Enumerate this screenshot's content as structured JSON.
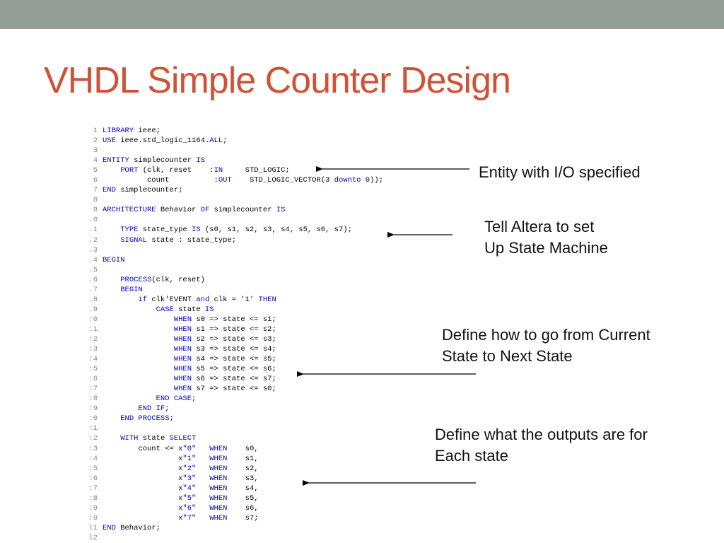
{
  "slide": {
    "title": "VHDL Simple Counter Design"
  },
  "code": {
    "lines": [
      {
        "n": "1",
        "seg": [
          {
            "k": 1,
            "t": "LIBRARY"
          },
          {
            "k": 0,
            "t": " ieee;"
          }
        ]
      },
      {
        "n": "2",
        "seg": [
          {
            "k": 1,
            "t": "USE"
          },
          {
            "k": 0,
            "t": " ieee.std_logic_1164."
          },
          {
            "k": 1,
            "t": "ALL"
          },
          {
            "k": 0,
            "t": ";"
          }
        ]
      },
      {
        "n": "3",
        "seg": []
      },
      {
        "n": "4",
        "seg": [
          {
            "k": 1,
            "t": "ENTITY"
          },
          {
            "k": 0,
            "t": " simplecounter "
          },
          {
            "k": 1,
            "t": "IS"
          }
        ]
      },
      {
        "n": "5",
        "seg": [
          {
            "k": 0,
            "t": "    "
          },
          {
            "k": 1,
            "t": "PORT"
          },
          {
            "k": 0,
            "t": " (clk, reset    :"
          },
          {
            "k": 1,
            "t": "IN"
          },
          {
            "k": 0,
            "t": "     STD_LOGIC;"
          }
        ]
      },
      {
        "n": "6",
        "seg": [
          {
            "k": 0,
            "t": "          count          :"
          },
          {
            "k": 1,
            "t": "OUT"
          },
          {
            "k": 0,
            "t": "    STD_LOGIC_VECTOR(3 "
          },
          {
            "k": 1,
            "t": "downto"
          },
          {
            "k": 0,
            "t": " 0));"
          }
        ]
      },
      {
        "n": "7",
        "seg": [
          {
            "k": 1,
            "t": "END"
          },
          {
            "k": 0,
            "t": " simplecounter;"
          }
        ]
      },
      {
        "n": "8",
        "seg": []
      },
      {
        "n": "9",
        "seg": [
          {
            "k": 1,
            "t": "ARCHITECTURE"
          },
          {
            "k": 0,
            "t": " Behavior "
          },
          {
            "k": 1,
            "t": "OF"
          },
          {
            "k": 0,
            "t": " simplecounter "
          },
          {
            "k": 1,
            "t": "IS"
          }
        ]
      },
      {
        "n": ".0",
        "seg": []
      },
      {
        "n": ".1",
        "seg": [
          {
            "k": 0,
            "t": "    "
          },
          {
            "k": 1,
            "t": "TYPE"
          },
          {
            "k": 0,
            "t": " state_type "
          },
          {
            "k": 1,
            "t": "IS"
          },
          {
            "k": 0,
            "t": " (s0, s1, s2, s3, s4, s5, s6, s7);"
          }
        ]
      },
      {
        "n": ".2",
        "seg": [
          {
            "k": 0,
            "t": "    "
          },
          {
            "k": 1,
            "t": "SIGNAL"
          },
          {
            "k": 0,
            "t": " state : state_type;"
          }
        ]
      },
      {
        "n": ".3",
        "seg": []
      },
      {
        "n": ".4",
        "seg": [
          {
            "k": 1,
            "t": "BEGIN"
          }
        ]
      },
      {
        "n": ".5",
        "seg": []
      },
      {
        "n": ".6",
        "seg": [
          {
            "k": 0,
            "t": "    "
          },
          {
            "k": 1,
            "t": "PROCESS"
          },
          {
            "k": 0,
            "t": "(clk, reset)"
          }
        ]
      },
      {
        "n": ".7",
        "seg": [
          {
            "k": 0,
            "t": "    "
          },
          {
            "k": 1,
            "t": "BEGIN"
          }
        ]
      },
      {
        "n": ".8",
        "seg": [
          {
            "k": 0,
            "t": "        "
          },
          {
            "k": 1,
            "t": "if"
          },
          {
            "k": 0,
            "t": " clk'EVENT "
          },
          {
            "k": 1,
            "t": "and"
          },
          {
            "k": 0,
            "t": " clk = '1' "
          },
          {
            "k": 1,
            "t": "THEN"
          }
        ]
      },
      {
        "n": ".9",
        "seg": [
          {
            "k": 0,
            "t": "            "
          },
          {
            "k": 1,
            "t": "CASE"
          },
          {
            "k": 0,
            "t": " state "
          },
          {
            "k": 1,
            "t": "IS"
          }
        ]
      },
      {
        "n": ":0",
        "seg": [
          {
            "k": 0,
            "t": "                "
          },
          {
            "k": 1,
            "t": "WHEN"
          },
          {
            "k": 0,
            "t": " s0 => state <= s1;"
          }
        ]
      },
      {
        "n": ":1",
        "seg": [
          {
            "k": 0,
            "t": "                "
          },
          {
            "k": 1,
            "t": "WHEN"
          },
          {
            "k": 0,
            "t": " s1 => state <= s2;"
          }
        ]
      },
      {
        "n": ":2",
        "seg": [
          {
            "k": 0,
            "t": "                "
          },
          {
            "k": 1,
            "t": "WHEN"
          },
          {
            "k": 0,
            "t": " s2 => state <= s3;"
          }
        ]
      },
      {
        "n": ":3",
        "seg": [
          {
            "k": 0,
            "t": "                "
          },
          {
            "k": 1,
            "t": "WHEN"
          },
          {
            "k": 0,
            "t": " s3 => state <= s4;"
          }
        ]
      },
      {
        "n": ":4",
        "seg": [
          {
            "k": 0,
            "t": "                "
          },
          {
            "k": 1,
            "t": "WHEN"
          },
          {
            "k": 0,
            "t": " s4 => state <= s5;"
          }
        ]
      },
      {
        "n": ":5",
        "seg": [
          {
            "k": 0,
            "t": "                "
          },
          {
            "k": 1,
            "t": "WHEN"
          },
          {
            "k": 0,
            "t": " s5 => state <= s6;"
          }
        ]
      },
      {
        "n": ":6",
        "seg": [
          {
            "k": 0,
            "t": "                "
          },
          {
            "k": 1,
            "t": "WHEN"
          },
          {
            "k": 0,
            "t": " s6 => state <= s7;"
          }
        ]
      },
      {
        "n": ":7",
        "seg": [
          {
            "k": 0,
            "t": "                "
          },
          {
            "k": 1,
            "t": "WHEN"
          },
          {
            "k": 0,
            "t": " s7 => state <= s0;"
          }
        ]
      },
      {
        "n": ":8",
        "seg": [
          {
            "k": 0,
            "t": "            "
          },
          {
            "k": 1,
            "t": "END CASE"
          },
          {
            "k": 0,
            "t": ";"
          }
        ]
      },
      {
        "n": ":9",
        "seg": [
          {
            "k": 0,
            "t": "        "
          },
          {
            "k": 1,
            "t": "END IF"
          },
          {
            "k": 0,
            "t": ";"
          }
        ]
      },
      {
        "n": ":0",
        "seg": [
          {
            "k": 0,
            "t": "    "
          },
          {
            "k": 1,
            "t": "END PROCESS"
          },
          {
            "k": 0,
            "t": ";"
          }
        ]
      },
      {
        "n": ":1",
        "seg": []
      },
      {
        "n": ":2",
        "seg": [
          {
            "k": 0,
            "t": "    "
          },
          {
            "k": 1,
            "t": "WITH"
          },
          {
            "k": 0,
            "t": " state "
          },
          {
            "k": 1,
            "t": "SELECT"
          }
        ]
      },
      {
        "n": ":3",
        "seg": [
          {
            "k": 0,
            "t": "        count <= x"
          },
          {
            "k": 1,
            "t": "\"0\""
          },
          {
            "k": 0,
            "t": "   "
          },
          {
            "k": 1,
            "t": "WHEN"
          },
          {
            "k": 0,
            "t": "    s0,"
          }
        ]
      },
      {
        "n": ":4",
        "seg": [
          {
            "k": 0,
            "t": "                 x"
          },
          {
            "k": 1,
            "t": "\"1\""
          },
          {
            "k": 0,
            "t": "   "
          },
          {
            "k": 1,
            "t": "WHEN"
          },
          {
            "k": 0,
            "t": "    s1,"
          }
        ]
      },
      {
        "n": ":5",
        "seg": [
          {
            "k": 0,
            "t": "                 x"
          },
          {
            "k": 1,
            "t": "\"2\""
          },
          {
            "k": 0,
            "t": "   "
          },
          {
            "k": 1,
            "t": "WHEN"
          },
          {
            "k": 0,
            "t": "    s2,"
          }
        ]
      },
      {
        "n": ":6",
        "seg": [
          {
            "k": 0,
            "t": "                 x"
          },
          {
            "k": 1,
            "t": "\"3\""
          },
          {
            "k": 0,
            "t": "   "
          },
          {
            "k": 1,
            "t": "WHEN"
          },
          {
            "k": 0,
            "t": "    s3,"
          }
        ]
      },
      {
        "n": ":7",
        "seg": [
          {
            "k": 0,
            "t": "                 x"
          },
          {
            "k": 1,
            "t": "\"4\""
          },
          {
            "k": 0,
            "t": "   "
          },
          {
            "k": 1,
            "t": "WHEN"
          },
          {
            "k": 0,
            "t": "    s4,"
          }
        ]
      },
      {
        "n": ":8",
        "seg": [
          {
            "k": 0,
            "t": "                 x"
          },
          {
            "k": 1,
            "t": "\"5\""
          },
          {
            "k": 0,
            "t": "   "
          },
          {
            "k": 1,
            "t": "WHEN"
          },
          {
            "k": 0,
            "t": "    s5,"
          }
        ]
      },
      {
        "n": ":9",
        "seg": [
          {
            "k": 0,
            "t": "                 x"
          },
          {
            "k": 1,
            "t": "\"6\""
          },
          {
            "k": 0,
            "t": "   "
          },
          {
            "k": 1,
            "t": "WHEN"
          },
          {
            "k": 0,
            "t": "    s6,"
          }
        ]
      },
      {
        "n": ":0",
        "seg": [
          {
            "k": 0,
            "t": "                 x"
          },
          {
            "k": 1,
            "t": "\"7\""
          },
          {
            "k": 0,
            "t": "   "
          },
          {
            "k": 1,
            "t": "WHEN"
          },
          {
            "k": 0,
            "t": "    s7;"
          }
        ]
      },
      {
        "n": "l1",
        "seg": [
          {
            "k": 1,
            "t": "END"
          },
          {
            "k": 0,
            "t": " Behavior;"
          }
        ]
      },
      {
        "n": "l2",
        "seg": []
      }
    ]
  },
  "annotations": {
    "entity": {
      "lines": [
        "Entity with I/O specified"
      ]
    },
    "state_machine": {
      "lines": [
        "Tell Altera to set",
        "Up State Machine"
      ]
    },
    "next_state": {
      "lines": [
        "Define how to go from Current",
        "State to Next State"
      ]
    },
    "outputs": {
      "lines": [
        "Define what the outputs are for",
        "Each state"
      ]
    }
  },
  "colors": {
    "title": "#cf5237",
    "topbar": "#949e98",
    "keyword": "#0000cc"
  }
}
